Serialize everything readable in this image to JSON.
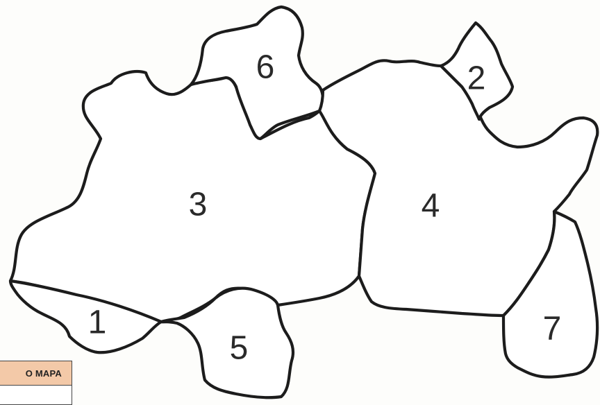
{
  "map": {
    "regions": [
      {
        "id": "1",
        "label": "1"
      },
      {
        "id": "2",
        "label": "2"
      },
      {
        "id": "3",
        "label": "3"
      },
      {
        "id": "4",
        "label": "4"
      },
      {
        "id": "5",
        "label": "5"
      },
      {
        "id": "6",
        "label": "6"
      },
      {
        "id": "7",
        "label": "7"
      }
    ]
  },
  "legend": {
    "header": "O MAPA",
    "header_color": "#f3c9a8"
  }
}
